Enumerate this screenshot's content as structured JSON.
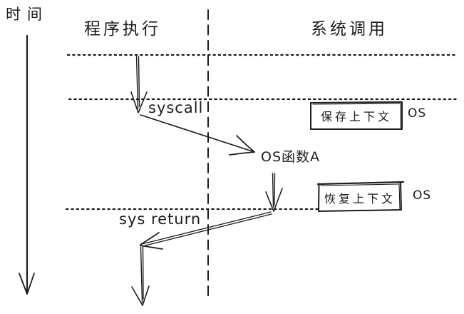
{
  "diagram": {
    "time_label": "时间",
    "columns": {
      "program": "程序执行",
      "system": "系统调用"
    },
    "labels": {
      "syscall": "syscall",
      "os_function": "OS函数A",
      "sys_return": "sys return"
    },
    "boxes": {
      "save_context": "保存上下文",
      "save_context_owner": "OS",
      "restore_context": "恢复上下文",
      "restore_context_owner": "OS"
    },
    "colors": {
      "ink": "#1c1c1c",
      "background": "#ffffff"
    }
  }
}
